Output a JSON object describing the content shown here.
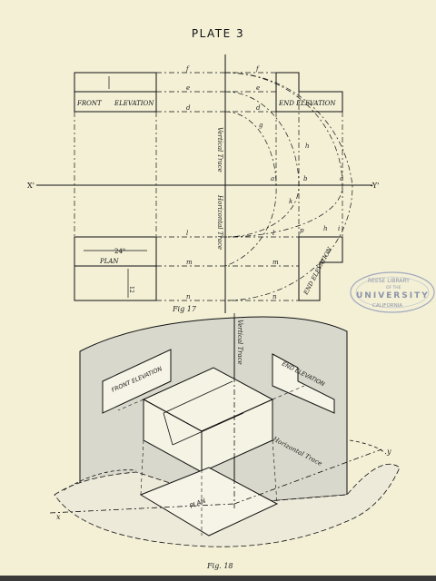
{
  "plate": {
    "title": "PLATE 3"
  },
  "fig17": {
    "caption": "Fig 17",
    "axis_left": "X'",
    "axis_right": "-Y'",
    "vertical_trace": "Vertical Trace",
    "horizontal_trace": "Horizontal Trace",
    "front_elevation_a": "FRONT",
    "front_elevation_b": "ELEVATION",
    "end_elevation_top": "END ELEVATION",
    "plan": "PLAN",
    "end_elevation_bottom": "END ELEVATION",
    "dim_24": "24\"",
    "dim_12": "12",
    "pt_f": "f",
    "pt_e": "e",
    "pt_d": "d",
    "pt_g": "g",
    "pt_a": "a",
    "pt_b": "b",
    "pt_c": "c",
    "pt_h": "h",
    "pt_l": "l",
    "pt_m": "m",
    "pt_n": "n",
    "pt_i": "i",
    "pt_p": "p",
    "pt_k": "k"
  },
  "fig18": {
    "caption": "Fig. 18",
    "front_elevation": "FRONT ELEVATION",
    "end_elevation": "END ELEVATION",
    "plan": "PLAN",
    "vertical_trace": "Vertical Trace",
    "horizontal_trace": "Horizontal Trace",
    "pt_x": "x",
    "pt_y": "y"
  },
  "stamp": {
    "line1": "REESE LIBRARY",
    "line2": "OF THE",
    "line3": "UNIVERSITY",
    "line4": "CALIFORNIA"
  },
  "colors": {
    "paper": "#f3f0d6",
    "shade": "#d8d8cc",
    "ink": "#111111"
  }
}
